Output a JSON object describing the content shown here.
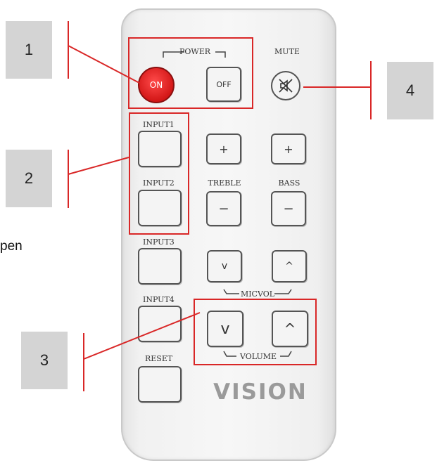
{
  "remote": {
    "power_label": "POWER",
    "on_label": "ON",
    "off_label": "OFF",
    "mute_label": "MUTE",
    "input1_label": "INPUT1",
    "input2_label": "INPUT2",
    "input3_label": "INPUT3",
    "input4_label": "INPUT4",
    "reset_label": "RESET",
    "treble_label": "TREBLE",
    "bass_label": "BASS",
    "plus_symbol": "+",
    "minus_symbol": "−",
    "down_symbol": "v",
    "up_symbol": "^",
    "micvol_label": "MICVOL",
    "volume_label": "VOLUME",
    "brand": "VISION"
  },
  "callouts": [
    "1",
    "2",
    "3",
    "4"
  ],
  "side_text": "pen",
  "colors": {
    "highlight": "#d92727",
    "callout_bg": "#d4d4d4",
    "on_button": "#e02020"
  }
}
